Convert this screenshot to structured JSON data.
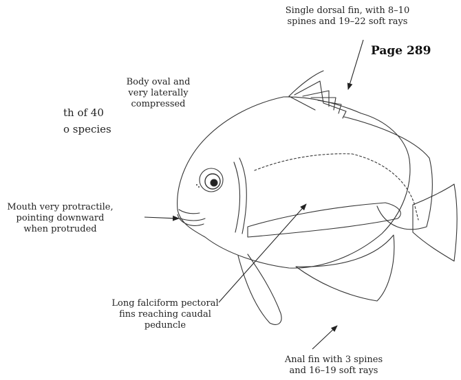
{
  "page_label": "Page  289",
  "cut_text": [
    "th  of  40",
    "o  species"
  ],
  "labels": {
    "dorsal": [
      "Single dorsal fin, with 8–10",
      "spines and 19–22 soft rays"
    ],
    "body": [
      "Body oval and",
      "very laterally",
      "compressed"
    ],
    "mouth": [
      "Mouth very protractile,",
      "pointing downward",
      "when protruded"
    ],
    "pectoral": [
      "Long falciform pectoral",
      "fins reaching caudal",
      "peduncle"
    ],
    "anal": [
      "Anal fin with 3 spines",
      "and 16–19 soft rays"
    ]
  }
}
